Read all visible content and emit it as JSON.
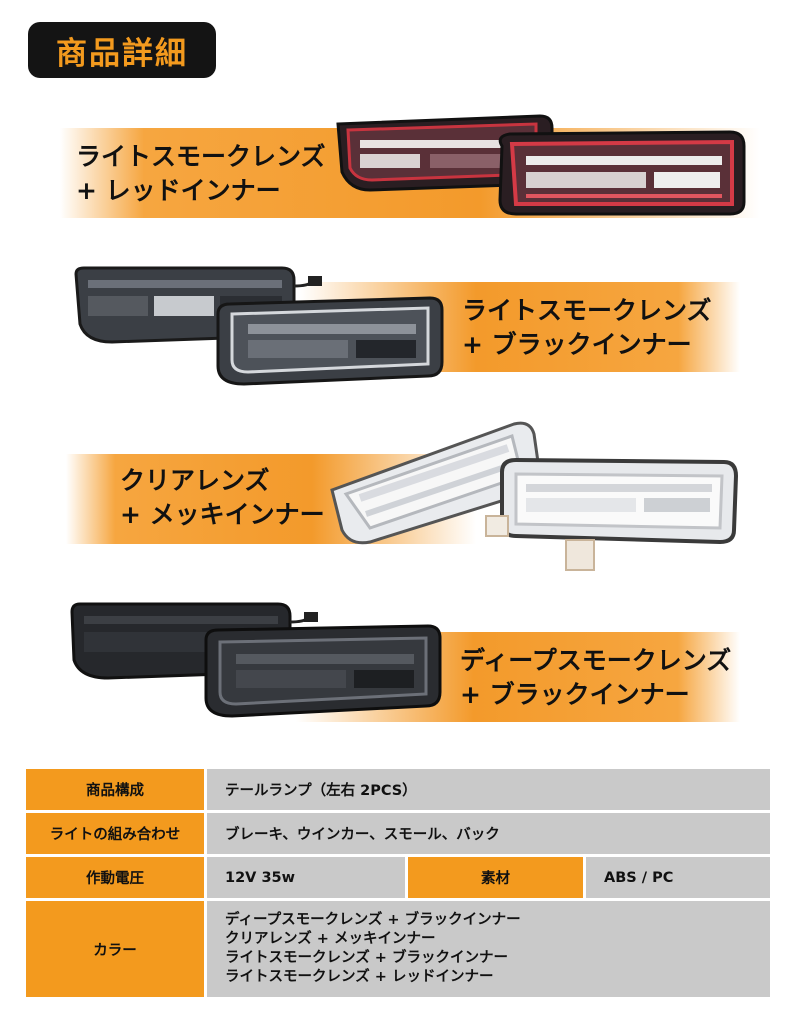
{
  "header": {
    "title": "商品詳細"
  },
  "variants": [
    {
      "line1": "ライトスモークレンズ",
      "line2": "+ レッドインナー"
    },
    {
      "line1": "ライトスモークレンズ",
      "line2": "+ ブラックインナー"
    },
    {
      "line1": "クリアレンズ",
      "line2": "+ メッキインナー"
    },
    {
      "line1": "ディープスモークレンズ",
      "line2": "+ ブラックインナー"
    }
  ],
  "spec": {
    "rows": [
      {
        "label": "商品構成",
        "value": "テールランプ（左右 2PCS）"
      },
      {
        "label": "ライトの組み合わせ",
        "value": "ブレーキ、ウインカー、スモール、バック"
      }
    ],
    "voltage": {
      "label": "作動電圧",
      "value": "12V 35w"
    },
    "material": {
      "label": "素材",
      "value": "ABS / PC"
    },
    "color": {
      "label": "カラー",
      "values": [
        "ディープスモークレンズ + ブラックインナー",
        "クリアレンズ + メッキインナー",
        "ライトスモークレンズ + ブラックインナー",
        "ライトスモークレンズ + レッドインナー"
      ]
    }
  },
  "colors": {
    "accent": "#f39a1e",
    "badge_bg": "#141414",
    "cell_gray": "#c9c9c9"
  }
}
